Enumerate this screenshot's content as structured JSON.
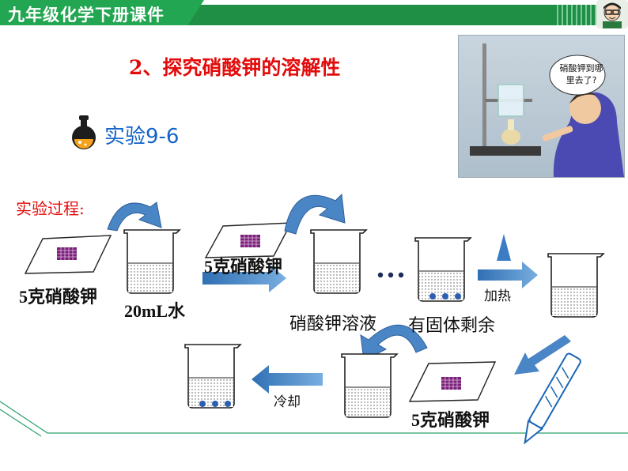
{
  "header": {
    "title": "九年级化学下册课件"
  },
  "section": {
    "title": "2、探究硝酸钾的溶解性"
  },
  "experiment": {
    "label": "实验9-6"
  },
  "process": {
    "heading": "实验过程:",
    "labels": {
      "kno3_1": "5克硝酸钾",
      "water": "20mL水",
      "kno3_2": "5克硝酸钾",
      "solution": "硝酸钾溶液",
      "solid_left": "有固体剩余",
      "heating": "加热",
      "cooling": "冷却",
      "kno3_3": "5克硝酸钾",
      "ellipsis": "···"
    }
  },
  "photo": {
    "speech": "硝酸钾到哪里去了?"
  },
  "colors": {
    "header_green": "#1f8f46",
    "title_red": "#e30b0b",
    "label_blue": "#1463c8",
    "arrow_blue": "#4a86c6"
  },
  "icons": [
    "flask-icon",
    "teacher-avatar-icon",
    "pen-icon"
  ]
}
